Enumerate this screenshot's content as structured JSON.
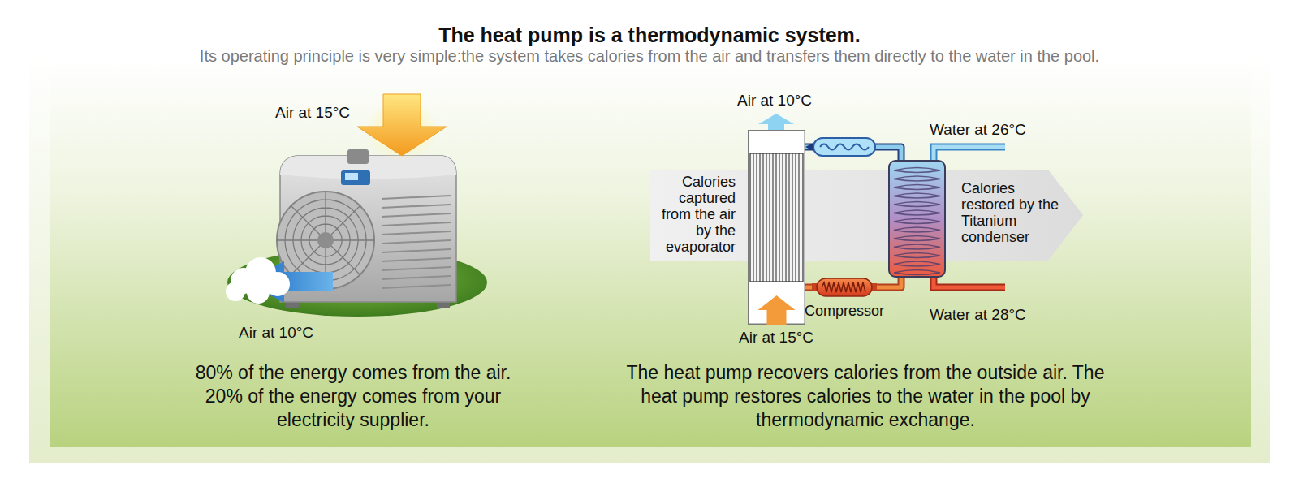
{
  "diagram": {
    "title": "The heat pump is a thermodynamic system.",
    "nodes": [
      {
        "text": [
          "Calories captured from the air by the evaporator"
        ]
      },
      {
        "text": [
          "Calories restored by the Titanium condenser"
        ]
      },
      {
        "text": [
          "Compressor"
        ]
      }
    ],
    "edges": [
      {
        "from": 1,
        "to": 0,
        "arrow": "to"
      },
      {
        "from": 0,
        "to": 2,
        "arrow": "none"
      },
      {
        "from": 2,
        "to": 1,
        "arrow": "none"
      }
    ],
    "labels": [
      "Its operating principle is very simple:the system takes calories from the air and transfers them directly to the water in the pool.",
      "Air at 15°C",
      "Air at 10°C",
      "80% of the energy comes from the air. 20% of the energy comes from your electricity supplier.",
      "Air at 10°C",
      "Water at 26°C",
      "Air at 15°C",
      "Water at 28°C",
      "The heat pump recovers calories from the outside air. The heat pump restores calories to the water in the pool by thermodynamic exchange."
    ]
  }
}
